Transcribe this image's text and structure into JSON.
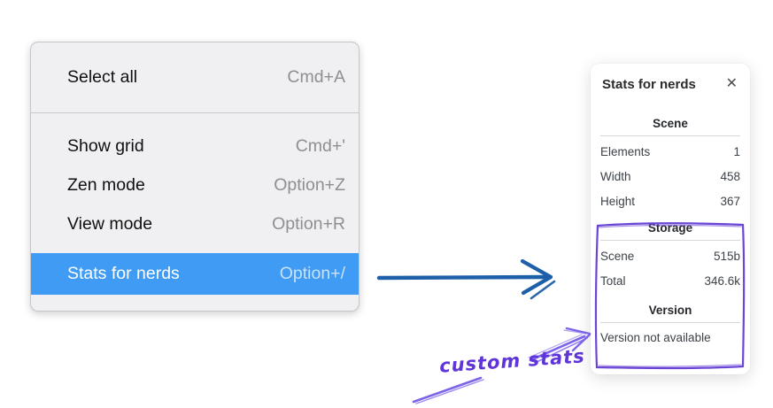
{
  "menu": {
    "sections": [
      {
        "items": [
          {
            "label": "Select all",
            "shortcut": "Cmd+A",
            "highlighted": false
          }
        ]
      },
      {
        "items": [
          {
            "label": "Show grid",
            "shortcut": "Cmd+'",
            "highlighted": false
          },
          {
            "label": "Zen mode",
            "shortcut": "Option+Z",
            "highlighted": false
          },
          {
            "label": "View mode",
            "shortcut": "Option+R",
            "highlighted": false
          },
          {
            "label": "Stats for nerds",
            "shortcut": "Option+/",
            "highlighted": true
          }
        ]
      }
    ]
  },
  "stats_panel": {
    "title": "Stats for nerds",
    "close_icon": "✕",
    "sections": [
      {
        "heading": "Scene",
        "rows": [
          {
            "label": "Elements",
            "value": "1"
          },
          {
            "label": "Width",
            "value": "458"
          },
          {
            "label": "Height",
            "value": "367"
          }
        ]
      },
      {
        "heading": "Storage",
        "rows": [
          {
            "label": "Scene",
            "value": "515b"
          },
          {
            "label": "Total",
            "value": "346.6k"
          }
        ]
      },
      {
        "heading": "Version",
        "note": "Version not available"
      }
    ]
  },
  "annotation": {
    "label": "custom stats"
  },
  "colors": {
    "menu_highlight": "#3f9bf3",
    "menu_highlight_text": "#ffffff",
    "menu_shortcut": "#8e8e93",
    "pointer_arrow_blue": "#1d5fa8",
    "annotation_purple": "#5f35d9",
    "annotation_stroke": "#7d63e8",
    "highlight_box_purple": "#6a46d6"
  }
}
